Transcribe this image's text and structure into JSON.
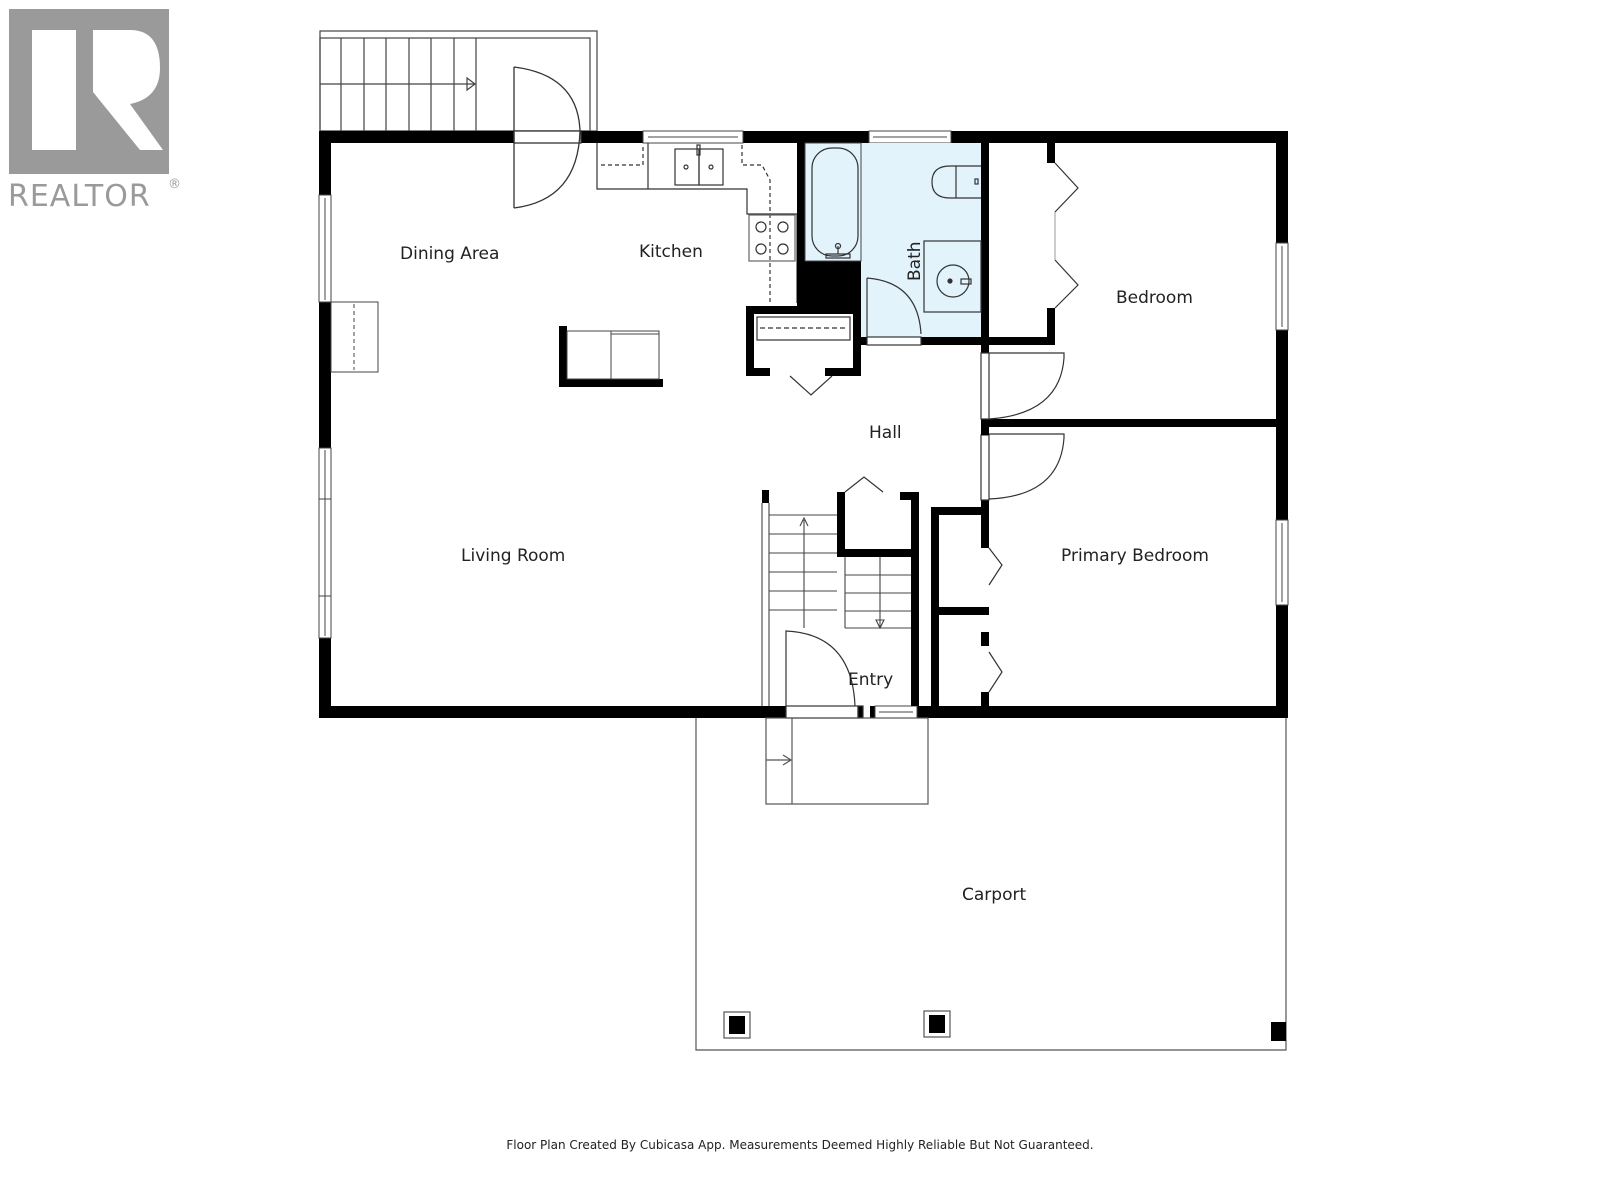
{
  "logo": {
    "brand": "REALTOR",
    "registered_mark": "®",
    "color": "#9a9a9a"
  },
  "floor_plan": {
    "rooms": [
      {
        "id": "dining-area",
        "label": "Dining Area"
      },
      {
        "id": "kitchen",
        "label": "Kitchen"
      },
      {
        "id": "bath",
        "label": "Bath"
      },
      {
        "id": "bedroom",
        "label": "Bedroom"
      },
      {
        "id": "hall",
        "label": "Hall"
      },
      {
        "id": "living-room",
        "label": "Living Room"
      },
      {
        "id": "primary-bedroom",
        "label": "Primary Bedroom"
      },
      {
        "id": "entry",
        "label": "Entry"
      },
      {
        "id": "carport",
        "label": "Carport"
      }
    ],
    "colors": {
      "wall": "#000000",
      "bath_fill": "#e3f3fc",
      "line": "#333333"
    }
  },
  "footer": {
    "disclaimer": "Floor Plan Created By Cubicasa App. Measurements Deemed Highly Reliable But Not Guaranteed."
  }
}
